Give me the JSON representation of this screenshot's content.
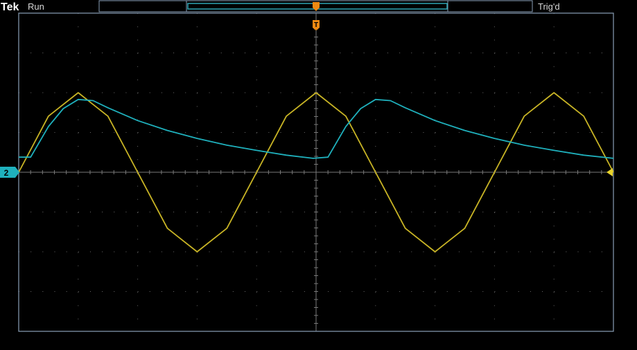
{
  "header": {
    "brand": "Tek",
    "status": "Run",
    "trigger_status": "Trig'd"
  },
  "markers": {
    "channel_label": "2",
    "trigger_label": "T"
  },
  "colors": {
    "background": "#000000",
    "grid": "#6a6a6a",
    "frame": "#8aa0b8",
    "ch1": "#c8b425",
    "ch2": "#1fb1bd",
    "trigger_marker": "#f08a12",
    "record_bar": "#2ea6b4",
    "text": "#d8d8d8"
  },
  "chart_data": {
    "type": "line",
    "title": "",
    "xlabel": "",
    "ylabel": "",
    "x_divisions": 10,
    "y_divisions": 8,
    "xlim": [
      -5,
      5
    ],
    "ylim": [
      -4,
      4
    ],
    "grid": true,
    "series": [
      {
        "channel": "1",
        "color": "#c8b425",
        "x": [
          -5,
          -4.5,
          -4,
          -3.5,
          -3,
          -2.5,
          -2,
          -1.5,
          -1,
          -0.5,
          0,
          0.5,
          1,
          1.5,
          2,
          2.5,
          3,
          3.5,
          4,
          4.5,
          5
        ],
        "y": [
          0,
          1.41,
          2,
          1.41,
          0,
          -1.41,
          -2,
          -1.41,
          0,
          1.41,
          2,
          1.41,
          0,
          -1.41,
          -2,
          -1.41,
          0,
          1.41,
          2,
          1.41,
          0
        ]
      },
      {
        "channel": "2",
        "color": "#1fb1bd",
        "x": [
          -5,
          -4.8,
          -4.5,
          -4.25,
          -4,
          -3.75,
          -3.5,
          -3,
          -2.5,
          -2,
          -1.5,
          -1,
          -0.5,
          -0.05,
          0.2,
          0.5,
          0.75,
          1,
          1.25,
          1.5,
          2,
          2.5,
          3,
          3.5,
          4,
          4.5,
          5
        ],
        "y": [
          0.38,
          0.38,
          1.15,
          1.6,
          1.83,
          1.8,
          1.62,
          1.3,
          1.05,
          0.85,
          0.68,
          0.55,
          0.43,
          0.35,
          0.38,
          1.15,
          1.6,
          1.83,
          1.8,
          1.62,
          1.3,
          1.05,
          0.85,
          0.68,
          0.55,
          0.43,
          0.35
        ]
      }
    ]
  }
}
